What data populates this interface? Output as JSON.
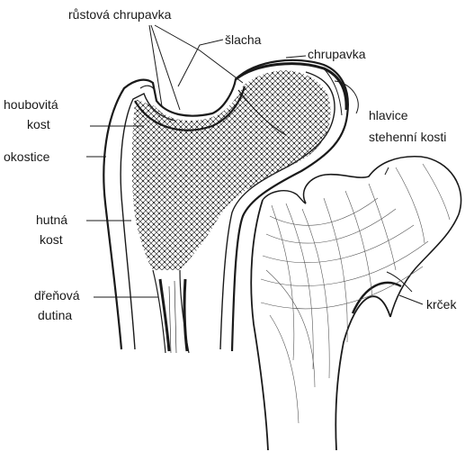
{
  "labels": {
    "growth_cartilage": "růstová chrupavka",
    "tendon": "šlacha",
    "cartilage": "chrupavka",
    "spongy_bone_1": "houbovitá",
    "spongy_bone_2": "kost",
    "periosteum": "okostice",
    "femoral_head_1": "hlavice",
    "femoral_head_2": "stehenní kosti",
    "compact_bone_1": "hutná",
    "compact_bone_2": "kost",
    "marrow_cavity_1": "dřeňová",
    "marrow_cavity_2": "dutina",
    "neck": "krček"
  },
  "colors": {
    "ink": "#1a1a1a",
    "paper": "#ffffff",
    "stipple": "#3a3a3a"
  }
}
